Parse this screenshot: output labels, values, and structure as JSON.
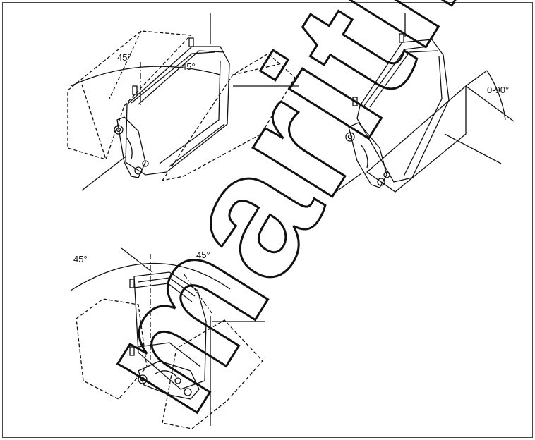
{
  "figure": {
    "border_color": "#444444",
    "line_color": "#111111",
    "views": [
      {
        "name": "view-top-left",
        "angle_left": "45°",
        "angle_right": "45°"
      },
      {
        "name": "view-top-right",
        "angle_range": "0-90°"
      },
      {
        "name": "view-bottom-left",
        "angle_left": "45°",
        "angle_right": "45°"
      }
    ]
  },
  "watermark": {
    "text": "maritim",
    "color": "#111111"
  }
}
